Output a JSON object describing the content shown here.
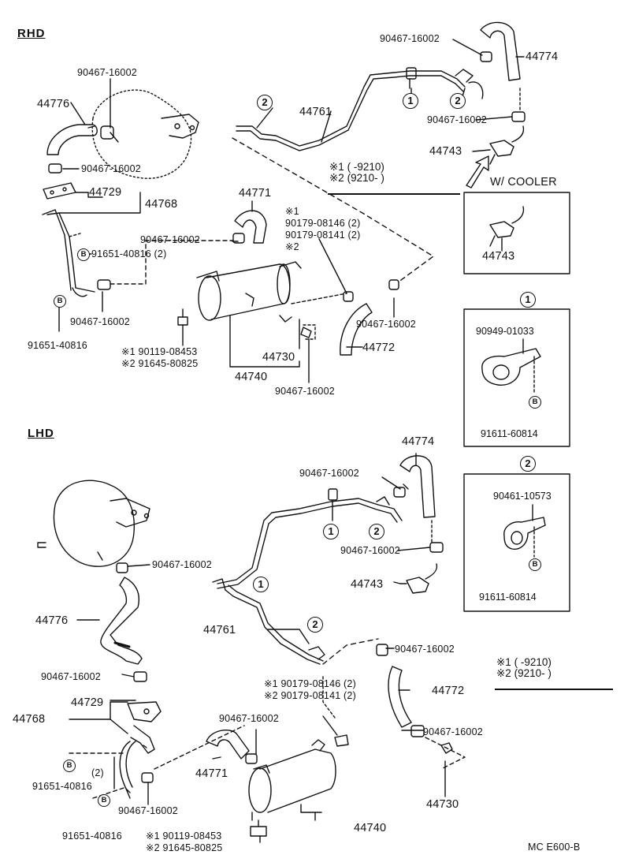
{
  "sections": {
    "rhd": "RHD",
    "lhd": "LHD"
  },
  "footer_code": "MC E600-B",
  "rhd": {
    "clamp_a": "90467-16002",
    "clamp_b": "90467-16002",
    "clamp_c": "90467-16002",
    "clamp_d": "90467-16002",
    "clamp_e": "90467-16002",
    "clamp_f": "90467-16002",
    "clamp_g": "90467-16002",
    "clamp_h": "90467-16002",
    "hose_44776": "44776",
    "bracket_44729": "44729",
    "pipe_44768": "44768",
    "bolt_b_2": "91651-40816 (2)",
    "bolt_b": "91651-40816",
    "hose_44771": "44771",
    "pipe_44761": "44761",
    "hose_44774": "44774",
    "valve_44743": "44743",
    "note1_head": "※1",
    "bolt_1": "90179-08146 (2)",
    "bolt_2": "90179-08141 (2)",
    "note2_head": "※2",
    "tank_bolt_1": "※1 90119-08453",
    "tank_bolt_2": "※2 91645-80825",
    "valve_44730": "44730",
    "tank_44740": "44740",
    "hose_44772": "44772",
    "cooler_title": "W/ COOLER",
    "cooler_part": "44743"
  },
  "clamp1_box": {
    "circle": "1",
    "part": "90949-01033",
    "bolt": "91611-60814",
    "b": "B"
  },
  "clamp2_box": {
    "circle": "2",
    "part": "90461-10573",
    "bolt": "91611-60814",
    "b": "B"
  },
  "date_note": {
    "n1": "※1",
    "n1_range": "(        -9210)",
    "n2": "※2",
    "n2_range": "(9210-        )"
  },
  "lhd": {
    "hose_44774": "44774",
    "clamp_a": "90467-16002",
    "clamp_b": "90467-16002",
    "valve_44743": "44743",
    "clamp_c": "90467-16002",
    "hose_44776": "44776",
    "pipe_44761": "44761",
    "clamp_d": "90467-16002",
    "clamp_e": "90467-16002",
    "bolt_1": "※1 90179-08146 (2)",
    "bolt_2": "※2 90179-08141 (2)",
    "hose_44772": "44772",
    "bracket_44729": "44729",
    "pipe_44768": "44768",
    "clamp_f": "90467-16002",
    "clamp_g": "90467-16002",
    "hose_44771": "44771",
    "bolt_b": "91651-40816",
    "qty_2": "(2)",
    "clamp_h": "90467-16002",
    "bolt_b2": "91651-40816",
    "tank_bolt_1": "※1 90119-08453",
    "tank_bolt_2": "※2 91645-80825",
    "tank_44740": "44740",
    "valve_44730": "44730"
  },
  "circle_labels": {
    "one": "1",
    "two": "2",
    "b": "B"
  }
}
